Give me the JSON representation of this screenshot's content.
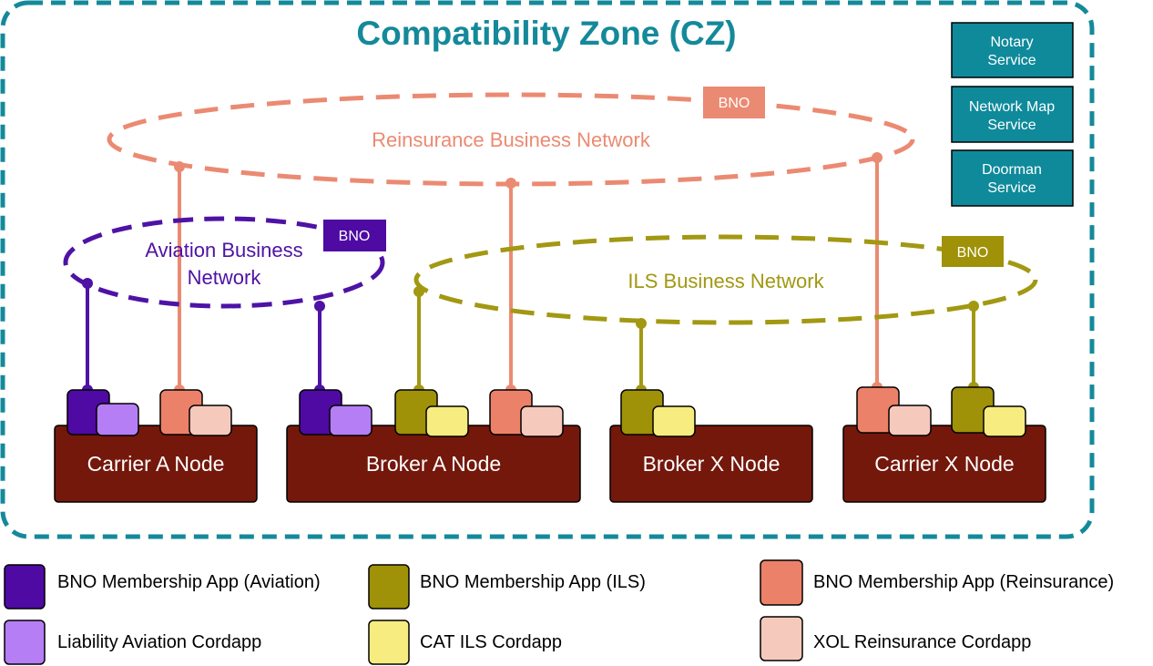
{
  "title": "Compatibility Zone (CZ)",
  "colors": {
    "teal": "#14899a",
    "service_fill": "#0f8a9b",
    "node_fill": "#74180c",
    "aviation_dark": "#4e0aa3",
    "aviation_light": "#b57ef5",
    "ils_dark": "#9f9108",
    "ils_light": "#f6ec7f",
    "reins_dark": "#ec8169",
    "reins_light": "#f6c9bd",
    "reins_line": "#eb8a72",
    "ils_line": "#a29812",
    "aviation_line": "#4e12a5"
  },
  "services": [
    {
      "line1": "Notary",
      "line2": "Service"
    },
    {
      "line1": "Network Map",
      "line2": "Service"
    },
    {
      "line1": "Doorman",
      "line2": "Service"
    }
  ],
  "networks": {
    "reinsurance": {
      "label": "Reinsurance Business Network",
      "badge": "BNO"
    },
    "aviation": {
      "line1": "Aviation Business",
      "line2": "Network",
      "badge": "BNO"
    },
    "ils": {
      "label": "ILS Business Network",
      "badge": "BNO"
    }
  },
  "nodes": [
    {
      "label": "Carrier A Node"
    },
    {
      "label": "Broker A Node"
    },
    {
      "label": "Broker X Node"
    },
    {
      "label": "Carrier X Node"
    }
  ],
  "legend": [
    {
      "label": "BNO Membership App (Aviation)",
      "color_key": "aviation_dark"
    },
    {
      "label": "Liability Aviation Cordapp",
      "color_key": "aviation_light"
    },
    {
      "label": "BNO Membership App (ILS)",
      "color_key": "ils_dark"
    },
    {
      "label": "CAT ILS Cordapp",
      "color_key": "ils_light"
    },
    {
      "label": "BNO Membership App (Reinsurance)",
      "color_key": "reins_dark"
    },
    {
      "label": "XOL Reinsurance Cordapp",
      "color_key": "reins_light"
    }
  ]
}
